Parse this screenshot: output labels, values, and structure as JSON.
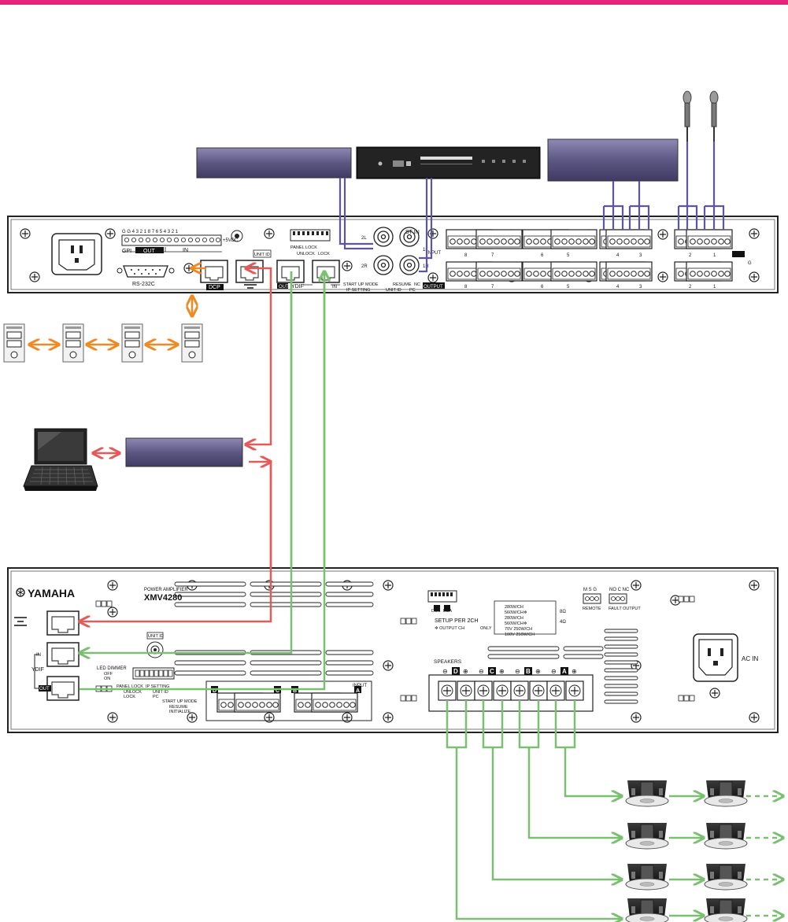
{
  "colors": {
    "accent_bar": "#e4267a",
    "ydif_line": "#7ac070",
    "network_line": "#e35a58",
    "dcp_line": "#ef8a22",
    "audio_line": "#5c54a8"
  },
  "processor": {
    "labels": {
      "gpi": "GPI",
      "gpi_out": "OUT",
      "gpi_in": "IN",
      "gpi_voltage": "+5VDC",
      "rs232c": "RS-232C",
      "dcp": "DCP",
      "unit_id": "UNIT ID",
      "ydif": "YDIF",
      "ydif_out": "OUT",
      "ydif_in": "IN",
      "panel_lock": "PANEL LOCK",
      "unlock": "UNLOCK",
      "lock": "LOCK",
      "start_up_mode": "START UP MODE",
      "resume": "RESUME",
      "nc": "NC",
      "ip_setting": "IP SETTING",
      "unit_id_short": "UNIT ID",
      "pc": "PC",
      "st_in": "ST IN",
      "input": "INPUT",
      "output": "OUTPUT",
      "st_2l": "2L",
      "st_2r": "2R",
      "st_1l": "1L",
      "st_1r": "1R",
      "ground": "G"
    },
    "input_groups": [
      "8",
      "7",
      "6",
      "5",
      "4",
      "3",
      "2",
      "1"
    ],
    "gpi_numbers": [
      "G",
      "G",
      "4",
      "3",
      "2",
      "1",
      "8",
      "7",
      "6",
      "5",
      "4",
      "3",
      "2",
      "1"
    ]
  },
  "amplifier": {
    "brand": "YAMAHA",
    "model_line": "POWER AMPLIFIER",
    "model": "XMV4280",
    "labels": {
      "ydif": "YDIF",
      "in": "IN",
      "out": "OUT",
      "unit_id": "UNIT ID",
      "led_dimmer": "LED DIMMER",
      "off": "OFF",
      "on": "ON",
      "panel_lock": "PANEL LOCK",
      "unlock": "UNLOCK",
      "lock": "LOCK",
      "ip_setting": "IP SETTING",
      "unit_id_short": "UNIT ID",
      "pc": "PC",
      "start_up_mode": "START UP MODE",
      "resume": "RESUME",
      "initialize": "INITIALIZE",
      "input": "INPUT",
      "setup_per_2ch": "SETUP PER 2CH",
      "output_note": "✲ OUTPUT CH",
      "output_note_only": "ONLY",
      "speakers": "SPEAKERS",
      "remote": "REMOTE",
      "msg": "M  S  G",
      "fault_output": "FAULT OUTPUT",
      "no_c_nc": "NO  C  NC",
      "ac_in": "AC IN",
      "ohm8": "8Ω",
      "ohm4": "4Ω"
    },
    "setup_rows": [
      "280W/CH",
      "560W/CH✲",
      "280W/CH",
      "560W/CH✲",
      "70V  250W/CH",
      "100V  250W/CH"
    ],
    "channels": [
      "D",
      "C",
      "B",
      "A"
    ],
    "dip_pairs": [
      "D&C",
      "B&A"
    ]
  }
}
